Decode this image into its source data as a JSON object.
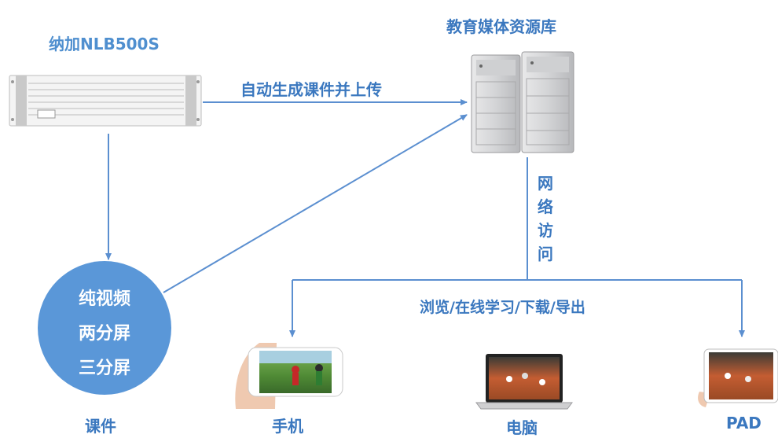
{
  "device": {
    "label": "纳加NLB500S"
  },
  "repository": {
    "label": "教育媒体资源库"
  },
  "edges": {
    "upload": "自动生成课件并上传",
    "network_access": [
      "网",
      "络",
      "访",
      "问"
    ],
    "actions": "浏览/在线学习/下载/导出"
  },
  "courseware": {
    "items": [
      "纯视频",
      "两分屏",
      "三分屏"
    ],
    "label": "课件"
  },
  "clients": {
    "phone": "手机",
    "computer": "电脑",
    "pad": "PAD"
  },
  "colors": {
    "arrow": "#5b8fd0",
    "circle": "#5a97d8",
    "label": "#3b78bf"
  }
}
